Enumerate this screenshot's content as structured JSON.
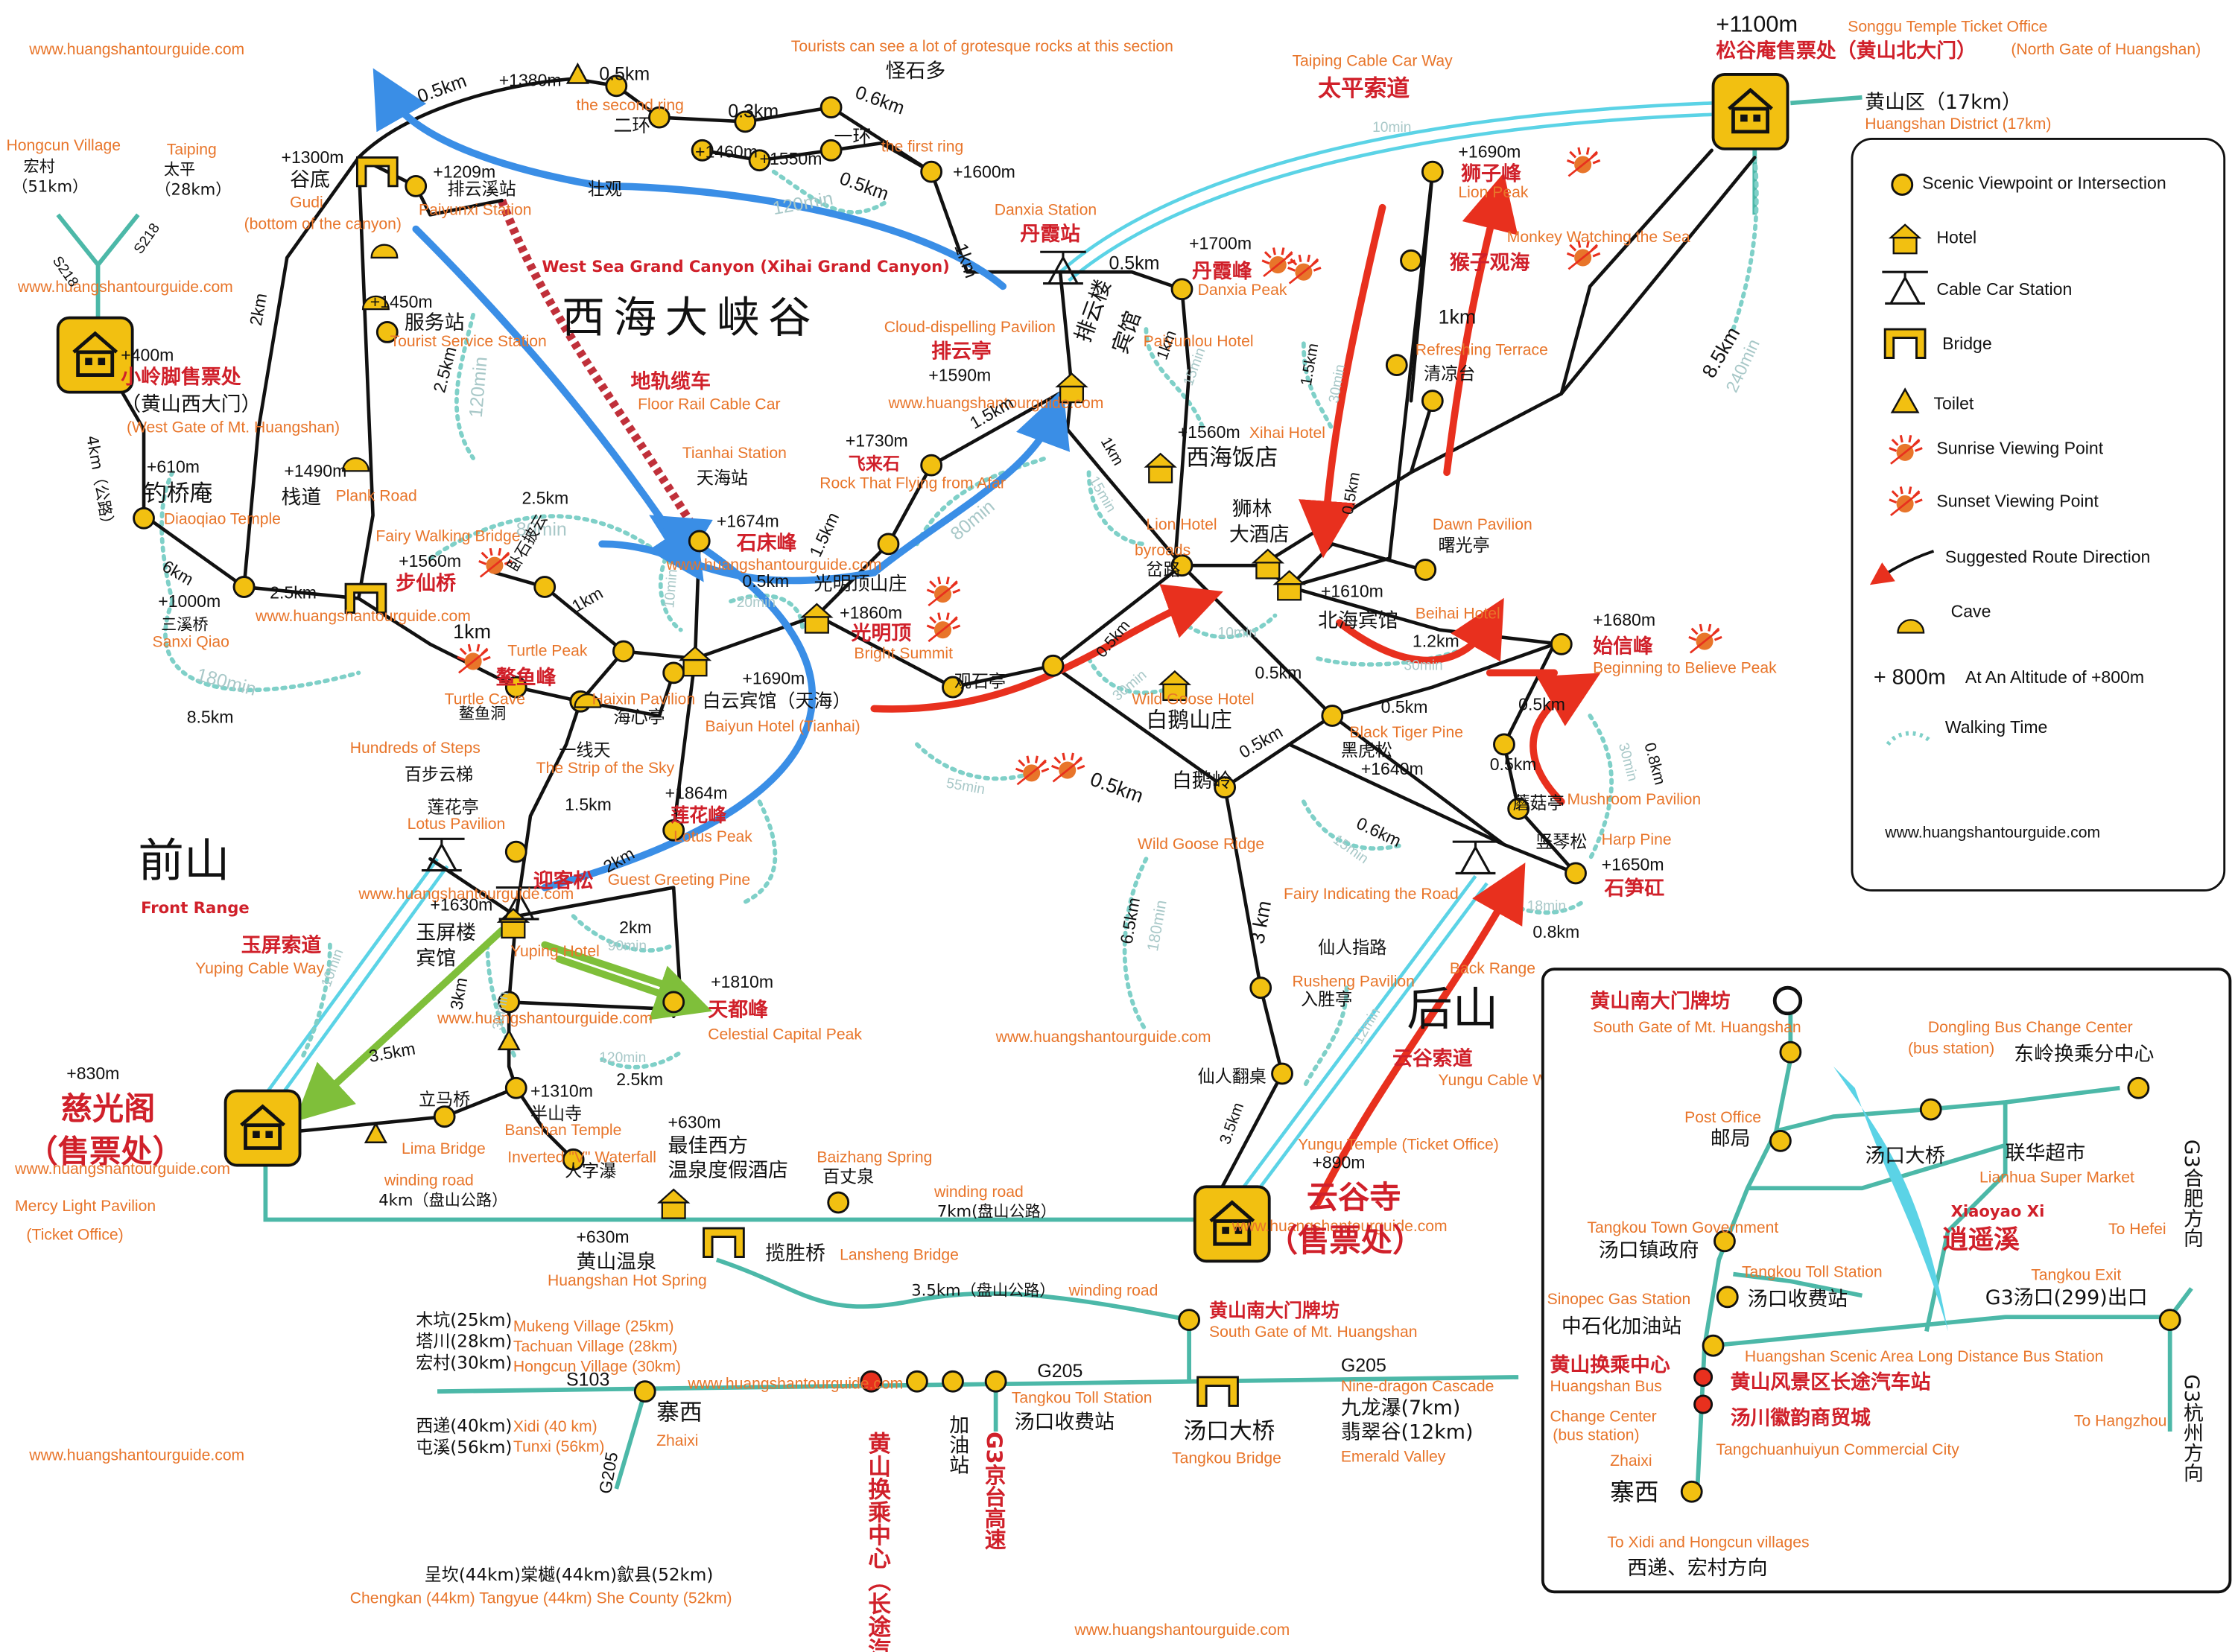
{
  "urls": {
    "site": "www.huangshantourguide.com"
  },
  "places": {
    "hongcun_en": "Hongcun Village",
    "hongcun_cn": "宏村",
    "hongcun_km": "（51km）",
    "taiping_en": "Taiping",
    "taiping_cn": "太平",
    "taiping_km": "（28km）",
    "s218": "S218",
    "west_gate_alt": "+400m",
    "west_gate_cn1": "小岭脚售票处",
    "west_gate_cn2": "（黄山西大门）",
    "west_gate_en": "(West Gate of Mt. Huangshan)",
    "diaoqiao_alt": "+610m",
    "diaoqiao_cn": "钓桥庵",
    "diaoqiao_en": "Diaoqiao Temple",
    "sanxi_alt": "+1000m",
    "sanxi_cn": "三溪桥",
    "sanxi_en": "Sanxi Qiao",
    "gudi_alt": "+1300m",
    "gudi_cn": "谷底",
    "gudi_en1": "Gudi",
    "gudi_en2": "(bottom of the canyon)",
    "paiyunxi_alt": "+1209m",
    "paiyunxi_cn": "排云溪站",
    "paiyunxi_en": "Paiyunxi Station",
    "zhuangguan_cn": "壮观",
    "erhuan_cn": "二环",
    "yihuan_cn": "一环",
    "second_ring_en": "the second ring",
    "first_ring_en": "the first ring",
    "guaishi_cn": "怪石多",
    "guaishi_en": "Tourists can see a lot of grotesque rocks at this section",
    "alt1380": "+1380m",
    "alt1460": "+1460m",
    "alt1550": "+1550m",
    "alt1600": "+1600m",
    "fuwuzhan_alt": "+1450m",
    "fuwuzhan_cn": "服务站",
    "fuwuzhan_en": "Tourist Service Station",
    "zhandao_alt": "+1490m",
    "zhandao_cn": "栈道",
    "zhandao_en": "Plank Road",
    "xihai_canyon_cn": "西海大峡谷",
    "xihai_canyon_en": "West Sea Grand Canyon (Xihai Grand Canyon)",
    "rail_car_cn": "地轨缆车",
    "rail_car_en": "Floor Rail Cable Car",
    "tianhai_station_en": "Tianhai Station",
    "tianhai_station_cn": "天海站",
    "shichuang_alt": "+1674m",
    "shichuang_cn": "石床峰",
    "buxian_alt": "+1560m",
    "buxian_cn": "步仙桥",
    "buxian_en": "Fairy Walking Bridge",
    "wogu_cn": "卧石披云",
    "aoyu_cn": "鳌鱼峰",
    "turtle_peak_en": "Turtle Peak",
    "turtle_cave_en": "Turtle Cave",
    "aoyudong_cn": "鳌鱼洞",
    "haixin_en": "Haixin Pavilion",
    "haixin_cn": "海心亭",
    "yixiantian_cn": "一线天",
    "yixiantian_en": "The Strip of the Sky",
    "baibu_en": "Hundreds of Steps",
    "baibu_cn": "百步云梯",
    "lianhuating_cn": "莲花亭",
    "lianhuating_en": "Lotus Pavilion",
    "lianhua_alt": "+1864m",
    "lianhua_cn": "莲花峰",
    "lianhua_en": "Lotus Peak",
    "qianshan_cn": "前山",
    "qianshan_en": "Front Range",
    "yingke_cn": "迎客松",
    "yingke_en": "Guest Greeting Pine",
    "yuping_alt": "+1630m",
    "yuping_cn1": "玉屏楼",
    "yuping_cn2": "宾馆",
    "yuping_en": "Yuping Hotel",
    "yuping_cable_cn": "玉屏索道",
    "yuping_cable_en": "Yuping Cable Way",
    "tiandu_alt": "+1810m",
    "tiandu_cn": "天都峰",
    "tiandu_en": "Celestial Capital Peak",
    "cigang_alt": "+830m",
    "cigang_cn1": "慈光阁",
    "cigang_cn2": "（售票处）",
    "cigang_en1": "Mercy Light Pavilion",
    "cigang_en2": "(Ticket Office)",
    "banshan_alt": "+1310m",
    "banshan_cn": "半山寺",
    "banshan_en": "Banshan Temple",
    "lima_cn": "立马桥",
    "lima_en": "Lima Bridge",
    "renzi_cn": "人字瀑",
    "renzi_en": "Inverted \"V\" Waterfall",
    "wenquan_hotel_alt": "+630m",
    "wenquan_hotel_cn1": "最佳西方",
    "wenquan_hotel_cn2": "温泉度假酒店",
    "baizhang_en": "Baizhang Spring",
    "baizhang_cn": "百丈泉",
    "winding_en": "winding road",
    "winding1_cn": "4km（盘山公路）",
    "winding2_cn": "7km(盘山公路）",
    "winding3_cn": "3.5km（盘山公路）",
    "hotspring_alt": "+630m",
    "hotspring_cn": "黄山温泉",
    "hotspring_en": "Huangshan Hot Spring",
    "lansheng_cn": "揽胜桥",
    "lansheng_en": "Lansheng Bridge",
    "guangming_alt": "+1860m",
    "guangming_cn": "光明顶",
    "guangming_en": "Bright Summit",
    "guangming_villa_cn": "光明顶山庄",
    "baiyun_alt": "+1690m",
    "baiyun_cn": "白云宾馆（天海）",
    "baiyun_en": "Baiyun Hotel (Tianhai)",
    "guanshi_cn": "观石亭",
    "feilai_alt": "+1730m",
    "feilai_cn": "飞来石",
    "feilai_en": "Rock That Flying from Afar",
    "paiyunting_cn": "排云亭",
    "paiyunting_alt": "+1590m",
    "paiyunting_en": "Cloud-dispelling Pavilion",
    "paiyunlou_cn1": "排云楼",
    "paiyunlou_cn2": "宾馆",
    "paiyunlou_en": "Paiyunlou Hotel",
    "danxia_station_en": "Danxia Station",
    "danxia_station_cn": "丹霞站",
    "danxia_peak_alt": "+1700m",
    "danxia_peak_cn": "丹霞峰",
    "danxia_peak_en": "Danxia Peak",
    "taiping_cable_en": "Taiping Cable Car Way",
    "taiping_cable_cn": "太平索道",
    "songgu_alt": "+1100m",
    "songgu_en": "Songgu Temple Ticket Office",
    "songgu_cn": "松谷庵售票处（黄山北大门）",
    "songgu_en2": "(North Gate of Huangshan)",
    "hsdistrict_cn": "黄山区（17km）",
    "hsdistrict_en": "Huangshan District (17km)",
    "shizi_alt": "+1690m",
    "shizi_cn": "狮子峰",
    "shizi_en": "Lion Peak",
    "monkey_en": "Monkey Watching the Sea",
    "monkey_cn": "猴子观海",
    "qingliang_en": "Refreshing Terrace",
    "qingliang_cn": "清凉台",
    "xihai_hotel_alt": "+1560m",
    "xihai_hotel_en": "Xihai Hotel",
    "xihai_hotel_cn": "西海饭店",
    "shilin_cn1": "狮林",
    "shilin_cn2": "大酒店",
    "lion_hotel_en": "Lion Hotel",
    "byroads_en": "byroads",
    "byroads_cn": "岔路",
    "beihai_alt": "+1610m",
    "beihai_cn": "北海宾馆",
    "beihai_en": "Beihai Hotel",
    "dawn_en": "Dawn Pavilion",
    "dawn_cn": "曙光亭",
    "shixin_alt": "+1680m",
    "shixin_cn": "始信峰",
    "shixin_en": "Beginning to Believe Peak",
    "baie_en": "Wild Goose Hotel",
    "baie_cn": "白鹅山庄",
    "heihu_en": "Black Tiger Pine",
    "heihu_cn": "黑虎松",
    "heihu_alt": "+1640m",
    "mogu_cn": "蘑菇亭",
    "mogu_en": "Mushroom Pavilion",
    "shuqin_cn": "竖琴松",
    "shuqin_en": "Harp Pine",
    "shisun_alt": "+1650m",
    "shisun_cn": "石笋矼",
    "baieling_cn": "白鹅岭",
    "baieling_en": "Wild Goose Ridge",
    "xianren_zhilu_en": "Fairy Indicating the Road",
    "xianren_zhilu_cn": "仙人指路",
    "rusheng_en": "Rusheng Pavilion",
    "rusheng_cn": "入胜亭",
    "xianren_fanqiao_cn": "仙人翻桌",
    "houshan_en": "Back Range",
    "houshan_cn": "后山",
    "yungu_cable_cn": "云谷索道",
    "yungu_cable_en": "Yungu Cable Way",
    "yungu_temple_en": "Yungu Temple (Ticket Office)",
    "yungu_alt": "+890m",
    "yungu_cn1": "云谷寺",
    "yungu_cn2": "（售票处）",
    "south_gate_cn": "黄山南大门牌坊",
    "south_gate_en": "South Gate of Mt. Huangshan",
    "mukeng": "木坑(25km)",
    "tachuan": "塔川(28km)",
    "hongcun30": "宏村(30km)",
    "mukeng_en": "Mukeng Village (25km)",
    "tachuan_en": "Tachuan Village (28km)",
    "hongcun30_en": "Hongcun Village (30km)",
    "s103": "S103",
    "zhaixi_cn": "寨西",
    "zhaixi_en": "Zhaixi",
    "xidi_cn": "西递(40km)",
    "tunxi_cn": "屯溪(56km)",
    "xidi_en": "Xidi (40 km)",
    "tunxi_en": "Tunxi (56km)",
    "g205": "G205",
    "changkan_cn": "呈坎(44km)棠樾(44km)歙县(52km)",
    "changkan_en": "Chengkan (44km) Tangyue (44km) She County (52km)",
    "transfer_cn": "黄山换乘中心（长途汽车站）",
    "gas_cn": "加油站",
    "g3_cn": "G3京台高速",
    "tangkou_toll_en": "Tangkou Toll Station",
    "tangkou_toll_cn": "汤口收费站",
    "tangkou_bridge_cn": "汤口大桥",
    "tangkou_bridge_en": "Tangkou Bridge",
    "jiulong_en": "Nine-dragon Cascade",
    "jiulong_cn": "九龙瀑(7km)",
    "feicui_cn": "翡翠谷(12km)",
    "feicui_en": "Emerald Valley"
  },
  "distances": {
    "d05a": "0.5km",
    "d05b": "0.5km",
    "d03": "0.3km",
    "d06": "0.6km",
    "d05c": "0.5km",
    "d1a": "1km",
    "d05d": "0.5km",
    "d2": "2km",
    "d25a": "2.5km",
    "d4": "4km（公路）",
    "d6": "6km",
    "d25b": "2.5km",
    "d85a": "8.5km",
    "d25c": "2.5km",
    "d1b": "1km",
    "d1c": "1km",
    "d15a": "1.5km",
    "d2b": "2km",
    "d2c": "2km",
    "d3a": "3km",
    "d35": "3.5km",
    "d25d": "2.5km",
    "d05e": "0.5km",
    "d15b": "1.5km",
    "d15c": "1.5km",
    "d1d": "1km",
    "d1e": "1km",
    "d15d": "1.5km",
    "d1f": "1km",
    "d05f": "0.5km",
    "d12": "1.2km",
    "d05g": "0.5km",
    "d05h": "0.5km",
    "d05i": "0.5km",
    "d05j": "0.5km",
    "d06b": "0.6km",
    "d08": "0.8km",
    "d08b": "0.8km",
    "d05k": "0.5km",
    "d65": "6.5km",
    "d3b": "3 km",
    "d35b": "3.5km",
    "d85b": "8.5km",
    "d05l": "0.5km"
  },
  "times": {
    "t120a": "120min",
    "t120b": "120min",
    "t180a": "180min",
    "t80a": "80min",
    "t10a": "10min",
    "t20a": "20min",
    "t80b": "80min",
    "t15a": "15min",
    "t15b": "15min",
    "t30a": "30min",
    "t10b": "10min",
    "t30b": "30min",
    "t55": "55min",
    "t15c": "15min",
    "t30c": "30min",
    "t18": "18min",
    "t180b": "180min",
    "t12": "12min",
    "t90": "90min",
    "t30d": "30min",
    "t120c": "120min",
    "t10c": "10min",
    "t10d": "10min",
    "t240": "240min",
    "t30e": "30min",
    "t60": "60min"
  },
  "legend": {
    "viewpoint": "Scenic Viewpoint or Intersection",
    "hotel": "Hotel",
    "cable": "Cable Car Station",
    "bridge": "Bridge",
    "toilet": "Toilet",
    "sunrise": "Sunrise Viewing Point",
    "sunset": "Sunset Viewing Point",
    "route": "Suggested Route Direction",
    "cave": "Cave",
    "alt_sym": "+ 800m",
    "alt_desc": "At An Altitude of +800m",
    "walking": "Walking Time",
    "url": "www.huangshantourguide.com"
  },
  "inset": {
    "south_gate_cn": "黄山南大门牌坊",
    "south_gate_en": "South Gate of Mt. Huangshan",
    "dongling_en1": "Dongling Bus Change Center",
    "dongling_en2": "(bus station)",
    "dongling_cn": "东岭换乘分中心",
    "post_en": "Post Office",
    "post_cn": "邮局",
    "tangkou_bridge_cn": "汤口大桥",
    "lianhua_cn": "联华超市",
    "lianhua_en": "Lianhua Super Market",
    "xiaoyao_en": "Xiaoyao Xi",
    "xiaoyao_cn": "逍遥溪",
    "g3_hefei": "G3合肥方向",
    "to_hefei": "To Hefei",
    "gov_en": "Tangkou Town Government",
    "gov_cn": "汤口镇政府",
    "toll_en": "Tangkou Toll Station",
    "toll_cn": "汤口收费站",
    "exit_en": "Tangkou Exit",
    "exit_cn": "G3汤口(299)出口",
    "gas_en": "Sinopec Gas Station",
    "gas_cn": "中石化加油站",
    "transfer_cn": "黄山换乘中心",
    "transfer_en1": "Huangshan Bus",
    "transfer_en2": "Change Center",
    "transfer_en3": "(bus station)",
    "longdist_en": "Huangshan Scenic Area Long Distance Bus Station",
    "longdist_cn": "黄山风景区长途汽车站",
    "huiyun_cn": "汤川徽韵商贸城",
    "huiyun_en": "Tangchuanhuiyun Commercial City",
    "to_hangzhou": "To Hangzhou",
    "g3_hangzhou": "G3杭州方向",
    "zhaixi_en": "Zhaixi",
    "zhaixi_cn": "寨西",
    "to_xidi_en": "To Xidi and Hongcun villages",
    "to_xidi_cn": "西递、宏村方向"
  },
  "colors": {
    "trail": "#111111",
    "road": "#4cb8a8",
    "cable": "#5bd3e6",
    "walking_time": "#7fd0c8",
    "route_red": "#e8301e",
    "route_blue": "#3a8ee6",
    "route_green": "#7fbf3a",
    "rail": "#c0303a",
    "viewpoint": "#f2c011",
    "label_en": "#e8752a",
    "label_red": "#d0202a"
  }
}
